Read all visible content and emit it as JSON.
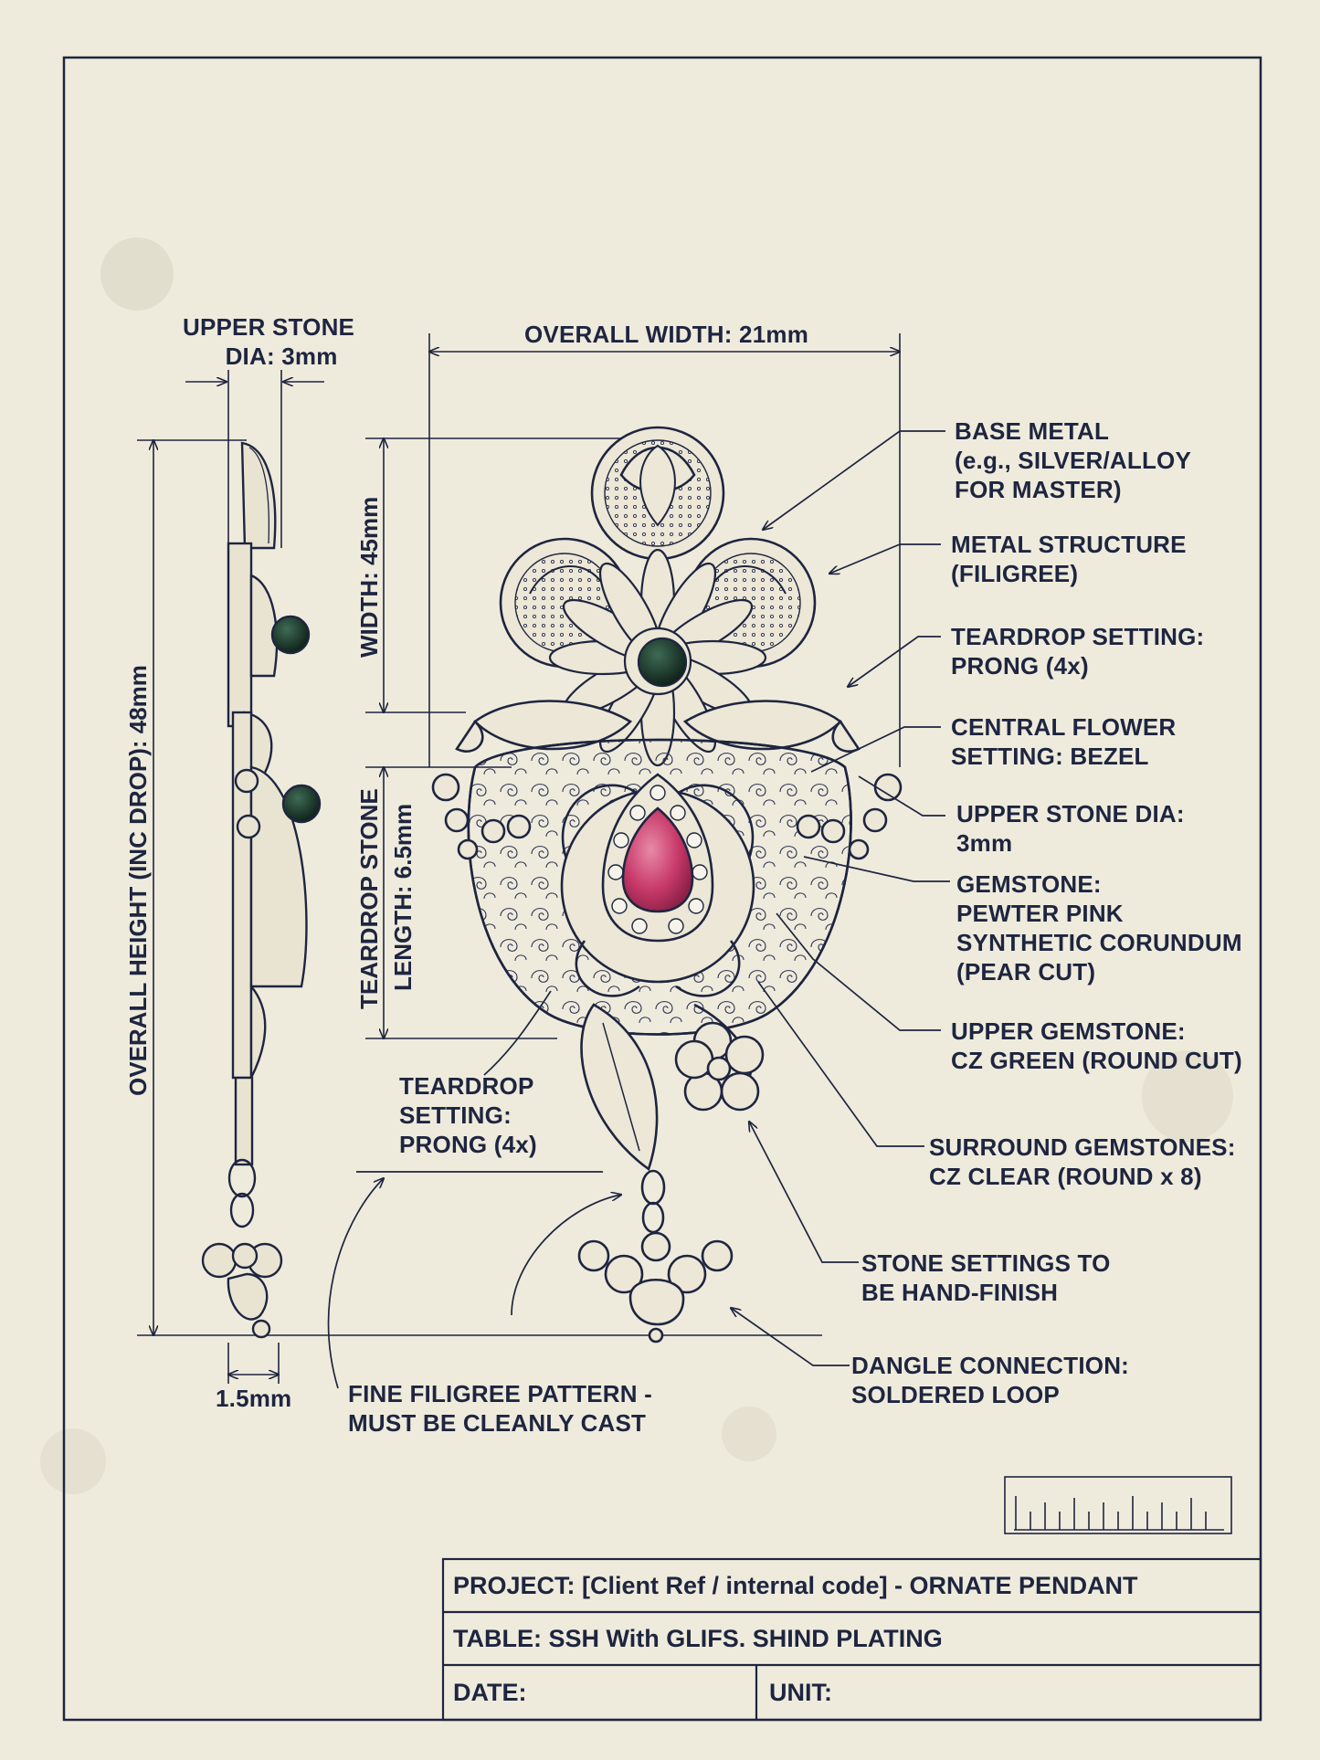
{
  "colors": {
    "paper": "#efebdc",
    "ink": "#1e2540",
    "ruby": "#c83a6a",
    "emerald": "#1c3a2c"
  },
  "dimensions": {
    "upper_stone": [
      "UPPER STONE",
      "DIA: 3mm"
    ],
    "overall_width": "OVERALL WIDTH: 21mm",
    "width_45": "WIDTH: 45mm",
    "overall_height": "OVERALL HEIGHT (INC DROP): 48mm",
    "teardrop_stone": [
      "TEARDROP STONE",
      "LENGTH: 6.5mm"
    ],
    "thickness": "1.5mm"
  },
  "callouts": {
    "base_metal": [
      "BASE METAL",
      "(e.g., SILVER/ALLOY",
      "FOR MASTER)"
    ],
    "metal_structure": [
      "METAL STRUCTURE",
      "(FILIGREE)"
    ],
    "teardrop_setting_right": [
      "TEARDROP SETTING:",
      "PRONG (4x)"
    ],
    "central_flower": [
      "CENTRAL FLOWER",
      "SETTING: BEZEL"
    ],
    "upper_stone_dia": [
      "UPPER STONE DIA:",
      "3mm"
    ],
    "gemstone": [
      "GEMSTONE:",
      "PEWTER PINK",
      "SYNTHETIC CORUNDUM",
      "(PEAR CUT)"
    ],
    "upper_gemstone": [
      "UPPER GEMSTONE:",
      "CZ GREEN (ROUND CUT)"
    ],
    "surround": [
      "SURROUND GEMSTONES:",
      "CZ CLEAR (ROUND x 8)"
    ],
    "stone_settings": [
      "STONE SETTINGS TO",
      "BE HAND-FINISH"
    ],
    "dangle": [
      "DANGLE CONNECTION:",
      "SOLDERED LOOP"
    ],
    "teardrop_setting_left": [
      "TEARDROP",
      "SETTING:",
      "PRONG (4x)"
    ],
    "filigree": [
      "FINE FILIGREE PATTERN -",
      "MUST BE CLEANLY CAST"
    ]
  },
  "title_block": {
    "project": "PROJECT: [Client Ref / internal code] - ORNATE PENDANT",
    "table": "TABLE: SSH With GLIFS. SHIND PLATING",
    "date": "DATE:",
    "unit": "UNIT:"
  }
}
